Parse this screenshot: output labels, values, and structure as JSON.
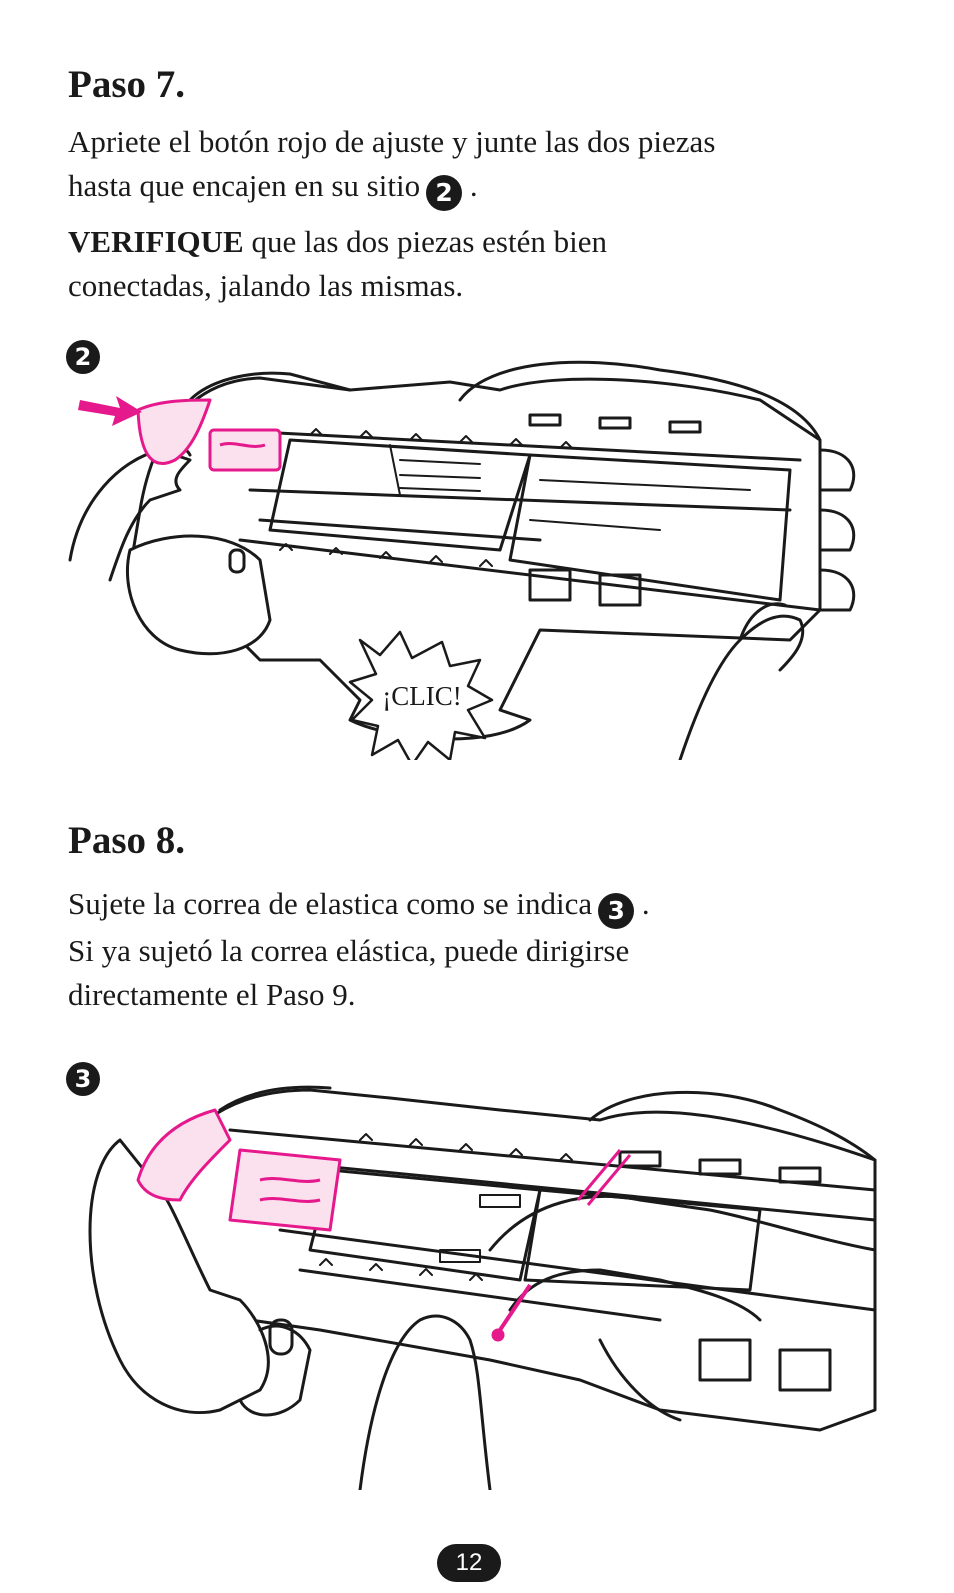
{
  "step7": {
    "title": "Paso 7.",
    "line1": "Apriete el botón rojo de ajuste y junte las dos piezas",
    "line2": "hasta que encajen en su sitio",
    "ref": "2",
    "after_ref": ".",
    "verify_bold": "VERIFIQUE",
    "verify_rest": " que las dos piezas estén bien",
    "verify_line2": "conectadas, jalando las mismas."
  },
  "figure2": {
    "badge": "2",
    "clic": "¡CLIC!"
  },
  "step8": {
    "title": "Paso 8.",
    "line1": "Sujete la correa de elastica como se indica",
    "ref": "3",
    "after_ref": ".",
    "line2": "Si ya sujetó la correa elástica, puede dirigirse",
    "line3": "directamente el Paso 9."
  },
  "figure3": {
    "badge": "3"
  },
  "page_number": "12",
  "colors": {
    "accent": "#e6198c",
    "ink": "#1a1a1a"
  }
}
